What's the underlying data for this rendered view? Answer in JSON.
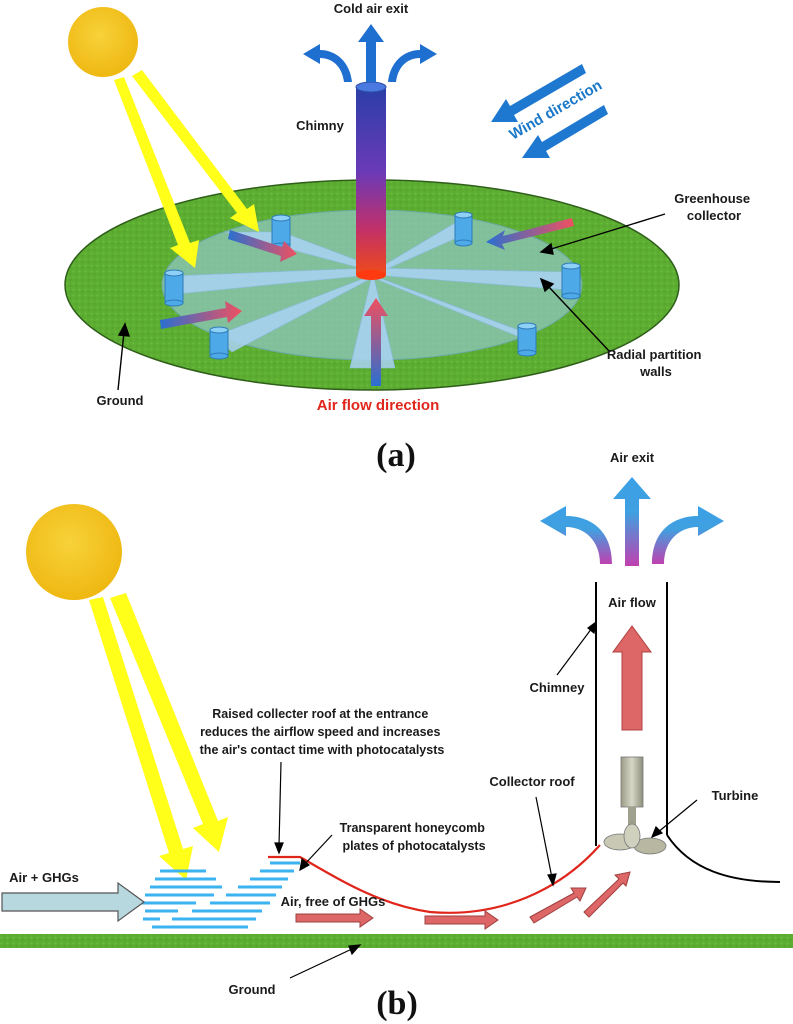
{
  "panel_a": {
    "label": "(a)",
    "cold_air_exit": "Cold air exit",
    "chimny": "Chimny",
    "wind_direction": "Wind direction",
    "greenhouse_collector": [
      "Greenhouse",
      "collector"
    ],
    "radial_partition_walls": [
      "Radial partition",
      "walls"
    ],
    "ground": "Ground",
    "air_flow_direction": "Air flow direction"
  },
  "panel_b": {
    "label": "(b)",
    "air_exit": "Air exit",
    "air_flow": "Air flow",
    "chimney": "Chimney",
    "raised_roof_note": [
      "Raised collecter roof at the entrance",
      "reduces the airflow speed and increases",
      "the air's contact time with photocatalysts"
    ],
    "collector_roof": "Collector roof",
    "turbine": "Turbine",
    "honeycomb": [
      "Transparent honeycomb",
      "plates of photocatalysts"
    ],
    "air_ghgs": "Air + GHGs",
    "air_free": "Air, free of GHGs",
    "ground": "Ground"
  },
  "colors": {
    "sun": "#f2c21b",
    "ground_green": "#5fb233",
    "sun_ray": "#ffff1a",
    "air_flow_red": "#e0251b",
    "wind_blue": "#1b78c9"
  }
}
